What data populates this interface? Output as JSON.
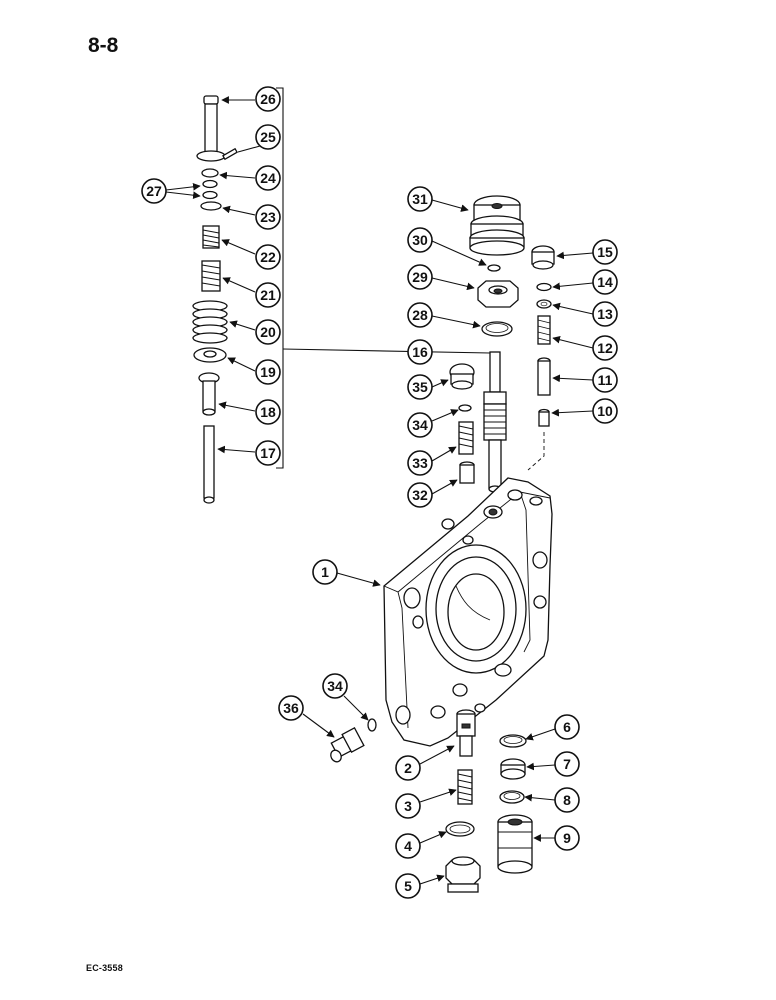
{
  "page": {
    "number": "8-8",
    "figure_code": "EC-3558"
  },
  "callouts": [
    "1",
    "2",
    "3",
    "4",
    "5",
    "6",
    "7",
    "8",
    "9",
    "10",
    "11",
    "12",
    "13",
    "14",
    "15",
    "16",
    "17",
    "18",
    "19",
    "20",
    "21",
    "22",
    "23",
    "24",
    "25",
    "26",
    "27",
    "28",
    "29",
    "30",
    "31",
    "32",
    "33",
    "34",
    "34",
    "35",
    "36"
  ]
}
